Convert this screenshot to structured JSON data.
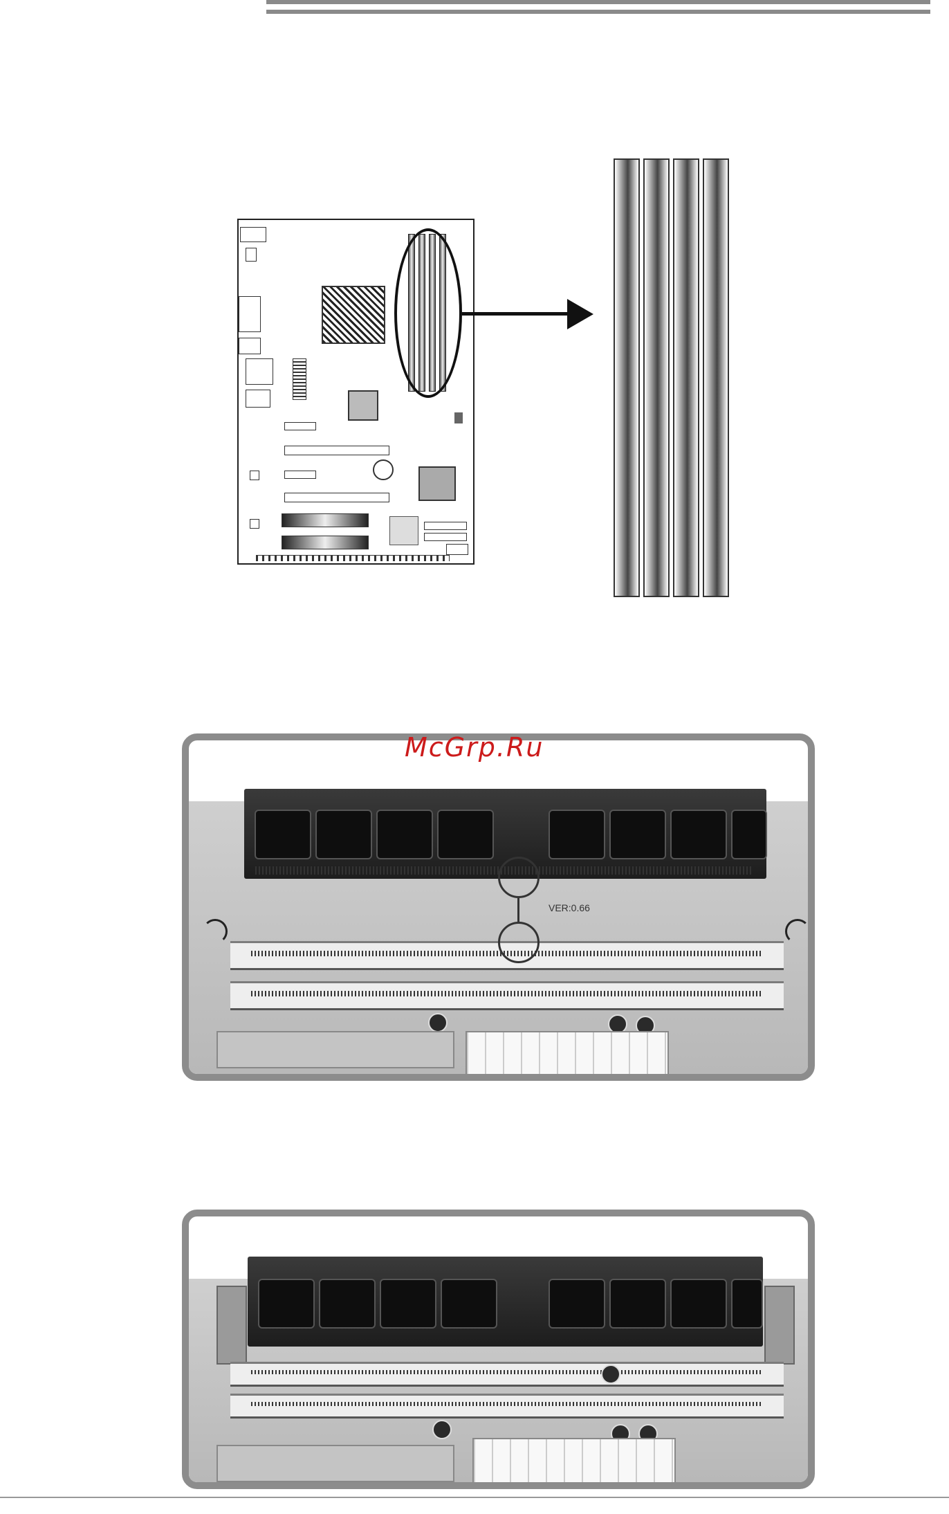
{
  "header": {
    "rule": "double-bar"
  },
  "figure1": {
    "board_icons": [
      "motherboard-diagram",
      "dimm-slots-highlight-oval"
    ],
    "connector": "arrow-right"
  },
  "figure2": {
    "watermark_text": "McGrp.Ru",
    "board_text": "VER:0.66",
    "marks": [
      "notch-circle-module",
      "notch-circle-slot",
      "retaining-clip-left",
      "retaining-clip-right"
    ]
  },
  "figure3": {
    "state": "module-installed"
  },
  "colors": {
    "frame": "#8c8c8c",
    "watermark": "#cc1b1b"
  }
}
